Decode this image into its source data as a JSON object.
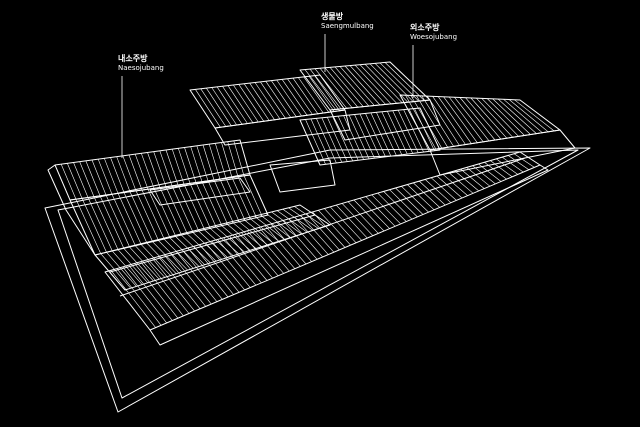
{
  "colors": {
    "background": "#000000",
    "line": "#ffffff",
    "accent": "#7fe3e3"
  },
  "labels": {
    "naesojubang": {
      "ko": "내소주방",
      "en": "Naesojubang"
    },
    "saengmulbang": {
      "ko": "생물방",
      "en": "Saengmulbang"
    },
    "woesojubang": {
      "ko": "외소주방",
      "en": "Woesojubang"
    }
  }
}
